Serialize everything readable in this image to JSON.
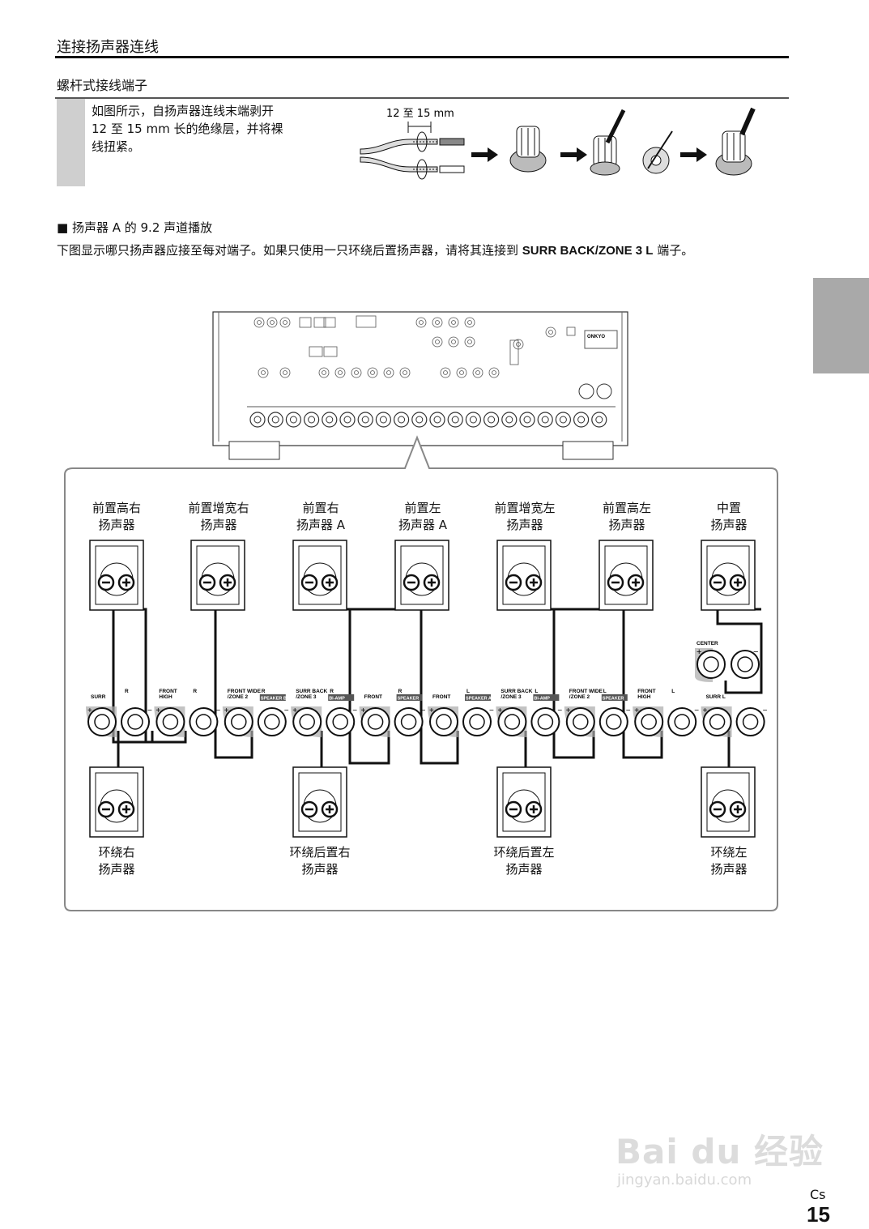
{
  "section": {
    "title": "连接扬声器连线"
  },
  "subsection": {
    "title": "螺杆式接线端子"
  },
  "step": {
    "text": "如图所示，自扬声器连线末端剥开\n12 至 15 mm 长的绝缘层，并将裸\n线扭紧。",
    "measure_label": "12 至 15 mm"
  },
  "paragraph": {
    "title": "■ 扬声器 A 的 9.2 声道播放",
    "body_before": "下图显示哪只扬声器应接至每对端子。如果只使用一只环绕后置扬声器，请将其连接到 ",
    "body_bold": "SURR BACK/ZONE 3 L",
    "body_after": " 端子。"
  },
  "speakers_top": [
    {
      "label": "前置高右\n扬声器"
    },
    {
      "label": "前置增宽右\n扬声器"
    },
    {
      "label": "前置右\n扬声器 A"
    },
    {
      "label": "前置左\n扬声器 A"
    },
    {
      "label": "前置增宽左\n扬声器"
    },
    {
      "label": "前置高左\n扬声器"
    },
    {
      "label": "中置\n扬声器"
    }
  ],
  "speakers_bottom": [
    {
      "label": "环绕右\n扬声器"
    },
    {
      "label": "环绕后置右\n扬声器"
    },
    {
      "label": "环绕后置左\n扬声器"
    },
    {
      "label": "环绕左\n扬声器"
    }
  ],
  "terminals": {
    "groups": [
      {
        "a": "SURR",
        "b": "R"
      },
      {
        "a": "FRONT\nHIGH",
        "b": "R"
      },
      {
        "a": "FRONT WIDE\n/ZONE 2",
        "b": "R",
        "b_tag": "SPEAKER B"
      },
      {
        "a": "SURR BACK\n/ZONE 3",
        "b": "R",
        "b_tag": "BI-AMP"
      },
      {
        "a": "FRONT",
        "b": "R",
        "b_tag": "SPEAKER"
      },
      {
        "a": "FRONT",
        "b": "L",
        "b_tag": "SPEAKER A"
      },
      {
        "a": "SURR BACK\n/ZONE 3",
        "b": "L",
        "b_tag": "BI-AMP"
      },
      {
        "a": "FRONT WIDE\n/ZONE 2",
        "b": "L",
        "b_tag": "SPEAKER"
      },
      {
        "a": "FRONT\nHIGH",
        "b": "L"
      },
      {
        "a": "SURR L",
        "b": ""
      }
    ],
    "center": "CENTER"
  },
  "receiver": {
    "brand": "ONKYO"
  },
  "colors": {
    "side_tab": "#a9a9a9",
    "gray_bar": "#cfcfcf",
    "terminal_shadow": "#aaaaaa"
  },
  "footer": {
    "lang": "Cs",
    "page": "15"
  },
  "watermark": {
    "main": "Bai du 经验",
    "url": "jingyan.baidu.com"
  }
}
